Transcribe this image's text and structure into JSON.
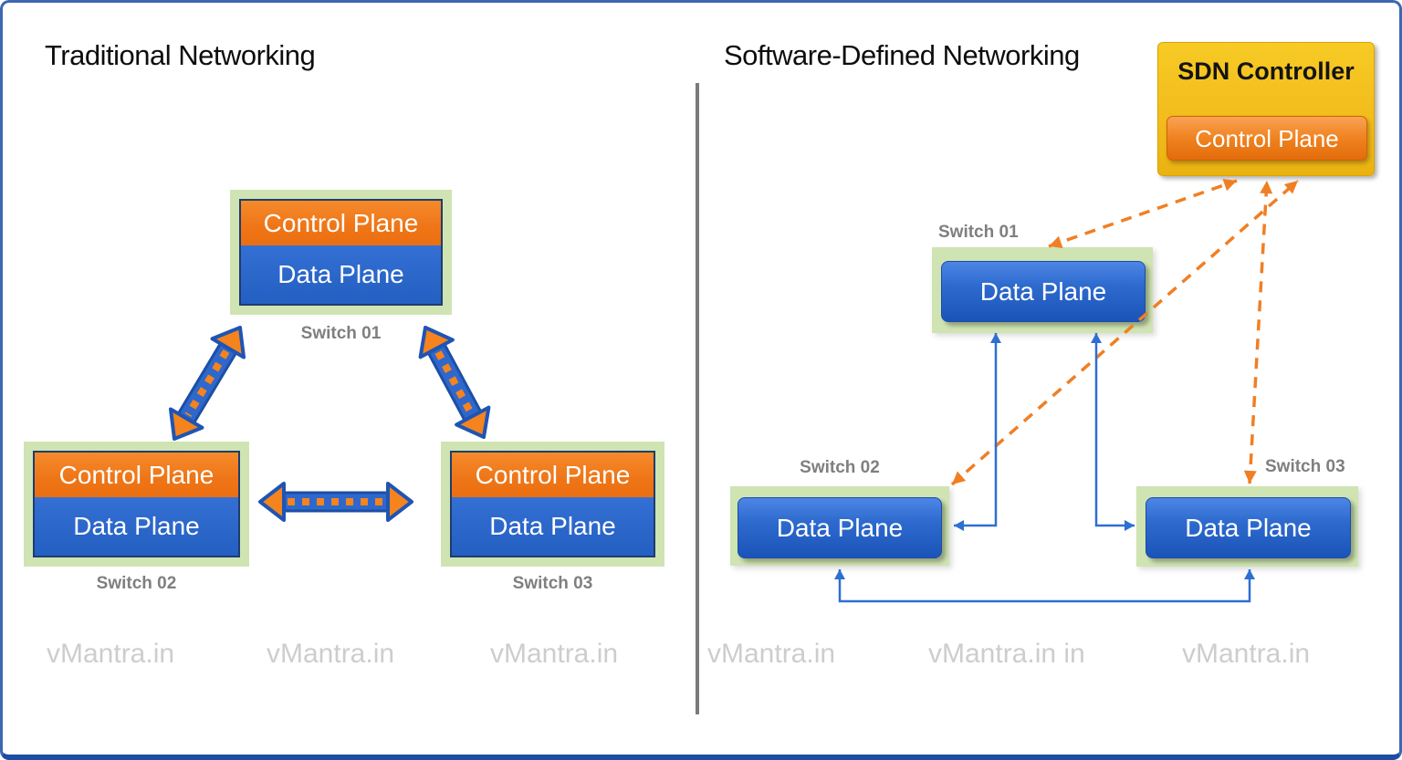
{
  "left_panel": {
    "title": "Traditional Networking",
    "switches": [
      {
        "name": "Switch 01",
        "control_plane": "Control Plane",
        "data_plane": "Data Plane"
      },
      {
        "name": "Switch 02",
        "control_plane": "Control Plane",
        "data_plane": "Data Plane"
      },
      {
        "name": "Switch 03",
        "control_plane": "Control Plane",
        "data_plane": "Data Plane"
      }
    ],
    "watermarks": [
      "vMantra.in",
      "vMantra.in",
      "vMantra.in"
    ]
  },
  "right_panel": {
    "title": "Software-Defined Networking",
    "controller": {
      "title": "SDN Controller",
      "control_plane": "Control Plane"
    },
    "switches": [
      {
        "name": "Switch 01",
        "data_plane": "Data Plane"
      },
      {
        "name": "Switch 02",
        "data_plane": "Data Plane"
      },
      {
        "name": "Switch 03",
        "data_plane": "Data Plane"
      }
    ],
    "watermarks": [
      "vMantra.in",
      "vMantra.in in",
      "vMantra.in"
    ]
  },
  "colors": {
    "orange_accent": "#ed7d31",
    "blue_accent": "#2b66c9",
    "green_background": "#cfe4b2",
    "gold_controller": "#f2bd1d",
    "label_gray": "#7f7f7f",
    "watermark_gray": "#cdcdcd",
    "divider_gray": "#7a7a7a",
    "frame_blue": "#3c67b1"
  }
}
